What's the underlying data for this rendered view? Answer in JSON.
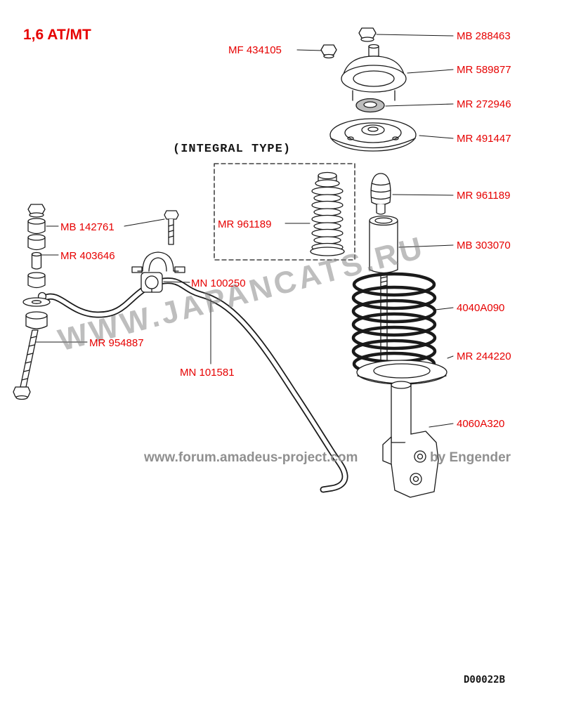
{
  "title": "1,6 AT/MT",
  "integral_type": "(INTEGRAL TYPE)",
  "watermark": "WWW.JAPANCATS.RU",
  "footer": {
    "site": "www.forum.amadeus-project.com",
    "credit": "by Engender"
  },
  "doc_code": "D00022B",
  "colors": {
    "label": "#e60000",
    "line": "#1a1a1a",
    "watermark": "#828282",
    "footer": "#909090",
    "background": "#ffffff"
  },
  "parts": {
    "mf434105": "MF 434105",
    "mb288463": "MB 288463",
    "mr589877": "MR 589877",
    "mr272946": "MR 272946",
    "mr491447": "MR 491447",
    "mr961189_right": "MR 961189",
    "mb303070": "MB 303070",
    "p4040a090": "4040A090",
    "mr244220": "MR 244220",
    "p4060a320": "4060A320",
    "mr961189_integral": "MR 961189",
    "mb142761": "MB 142761",
    "mr403646": "MR 403646",
    "mn100250": "MN 100250",
    "mr954887": "MR 954887",
    "mn101581": "MN 101581"
  }
}
